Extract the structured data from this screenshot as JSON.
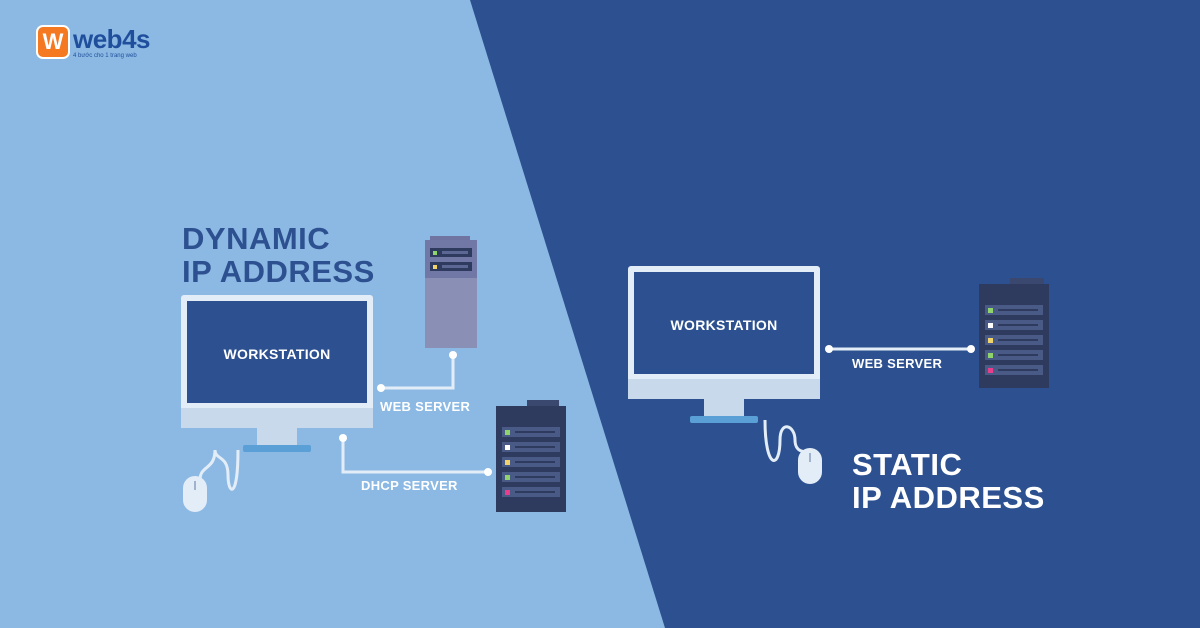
{
  "brand": {
    "logo_letter": "W",
    "name": "web4s",
    "tagline": "4 bước cho 1 trang web"
  },
  "dynamic": {
    "title_line1": "DYNAMIC",
    "title_line2": "IP ADDRESS",
    "workstation_label": "WORKSTATION",
    "web_server_label": "WEB SERVER",
    "dhcp_server_label": "DHCP SERVER"
  },
  "static": {
    "title_line1": "STATIC",
    "title_line2": "IP ADDRESS",
    "workstation_label": "WORKSTATION",
    "web_server_label": "WEB SERVER"
  },
  "colors": {
    "left_background": "#8cb9e3",
    "right_background": "#2d5190",
    "screen": "#2d5190",
    "monitor_frame": "#dce8f5",
    "server_dark": "#2f3b5e",
    "server_light": "#8a8fb6",
    "logo_orange": "#f47920"
  }
}
